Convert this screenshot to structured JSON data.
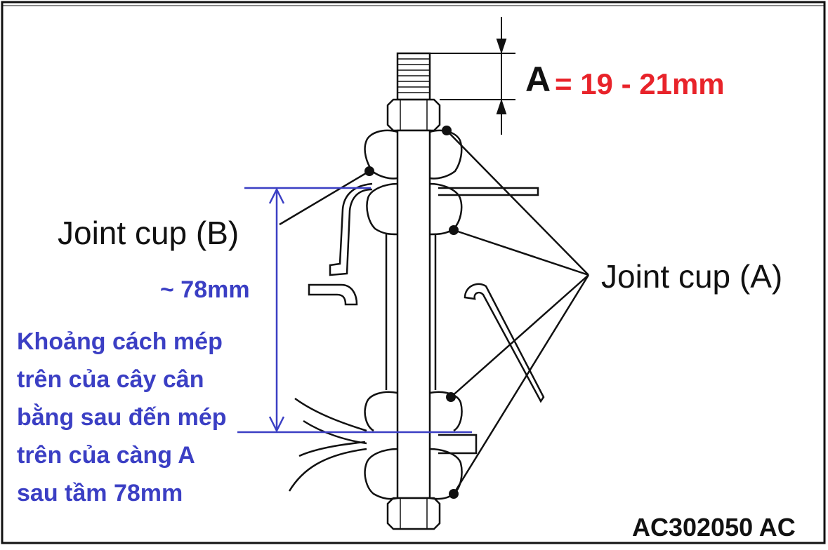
{
  "dimension_a": {
    "letter": "A",
    "value": "= 19 - 21mm"
  },
  "callouts": {
    "joint_cup_b": "Joint cup (B)",
    "joint_cup_a": "Joint cup (A)"
  },
  "distance": {
    "approx": "~ 78mm",
    "note_lines": [
      "Khoảng cách mép",
      "trên của cây cân",
      "bằng sau đến mép",
      "trên của càng A",
      "sau tầm 78mm"
    ]
  },
  "figure_code": "AC302050 AC",
  "colors": {
    "annotation_blue": "#3b3fc4",
    "dimension_red": "#e8232a",
    "line": "#111111"
  }
}
